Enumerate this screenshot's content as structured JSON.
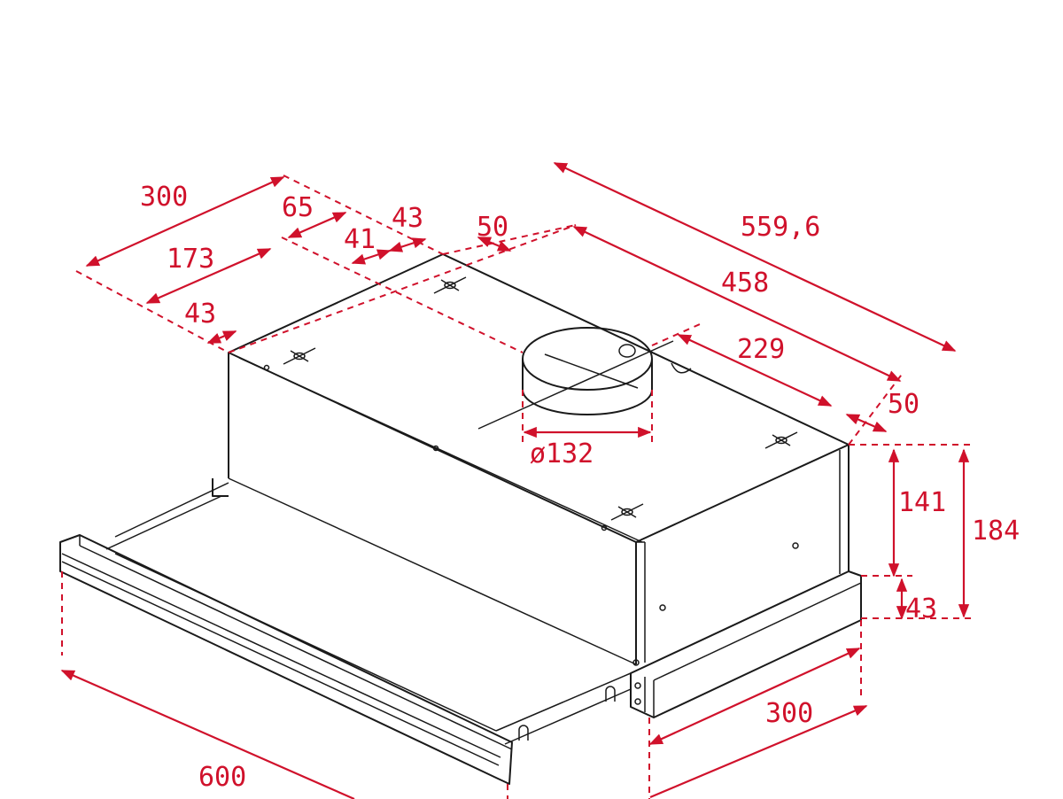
{
  "colors": {
    "dimension": "#d0112b",
    "outline": "#1a1a1a"
  },
  "dimensions": {
    "top_depth": "300",
    "rear_offset": "65",
    "hole_spacing_a": "43",
    "hole_spacing_b": "41",
    "side_offset": "50",
    "hole_depth": "173",
    "front_offset": "43",
    "overall_width": "559,6",
    "hole_width": "458",
    "duct_offset": "229",
    "right_offset": "50",
    "duct_diameter": "ø132",
    "body_height": "141",
    "total_height": "184",
    "trim_height": "43",
    "bottom_depth": "300",
    "front_width": "600"
  }
}
